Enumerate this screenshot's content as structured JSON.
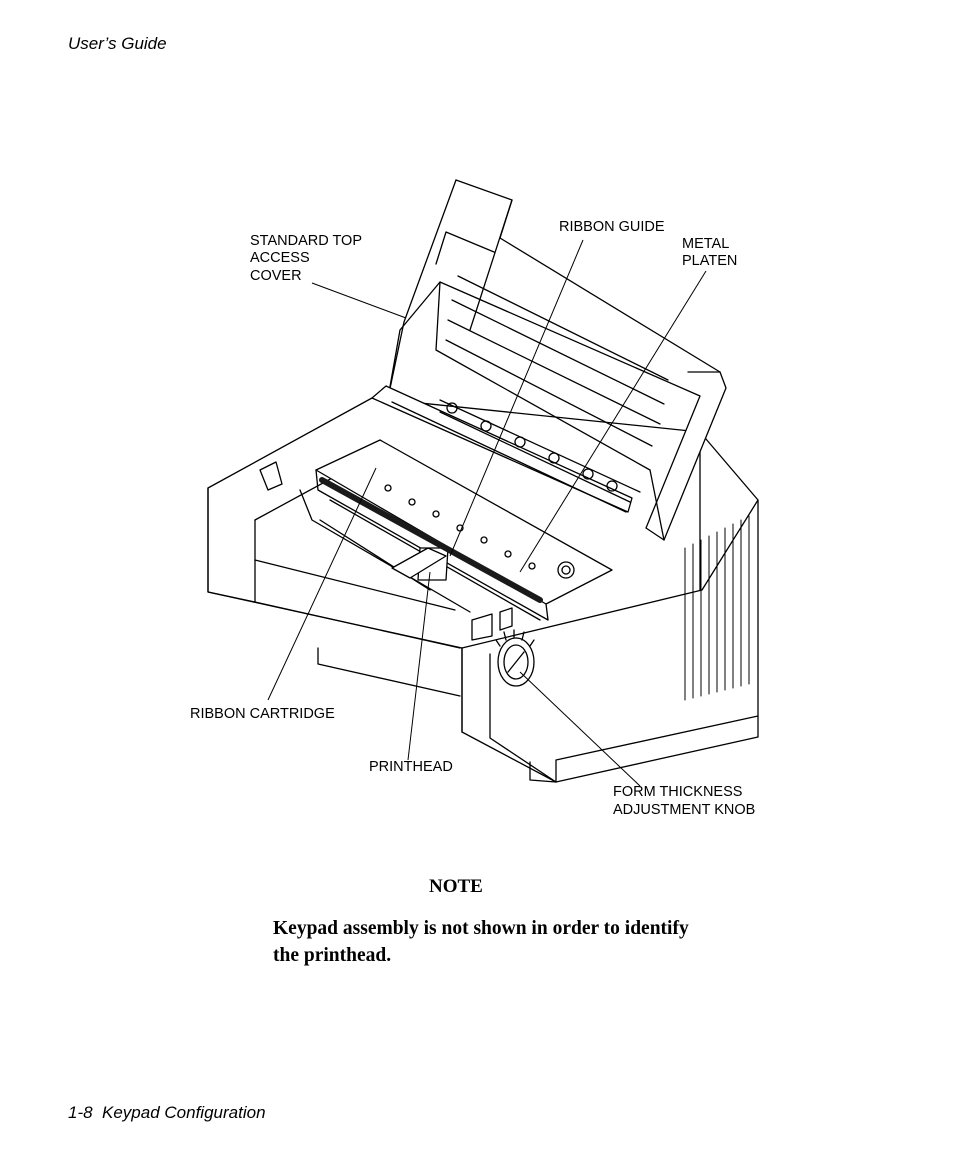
{
  "header": {
    "title": "User’s Guide"
  },
  "figure": {
    "labels": {
      "top_cover_1": "STANDARD TOP",
      "top_cover_2": "ACCESS",
      "top_cover_3": "COVER",
      "ribbon_guide": "RIBBON GUIDE",
      "metal_platen_1": "METAL",
      "metal_platen_2": "PLATEN",
      "ribbon_cartridge": "RIBBON CARTRIDGE",
      "printhead": "PRINTHEAD",
      "form_knob_1": "FORM THICKNESS",
      "form_knob_2": "ADJUSTMENT KNOB"
    }
  },
  "note": {
    "heading": "NOTE",
    "body": "Keypad assembly is not shown in order to identify the printhead."
  },
  "footer": {
    "text": "1-8  Keypad Configuration"
  }
}
